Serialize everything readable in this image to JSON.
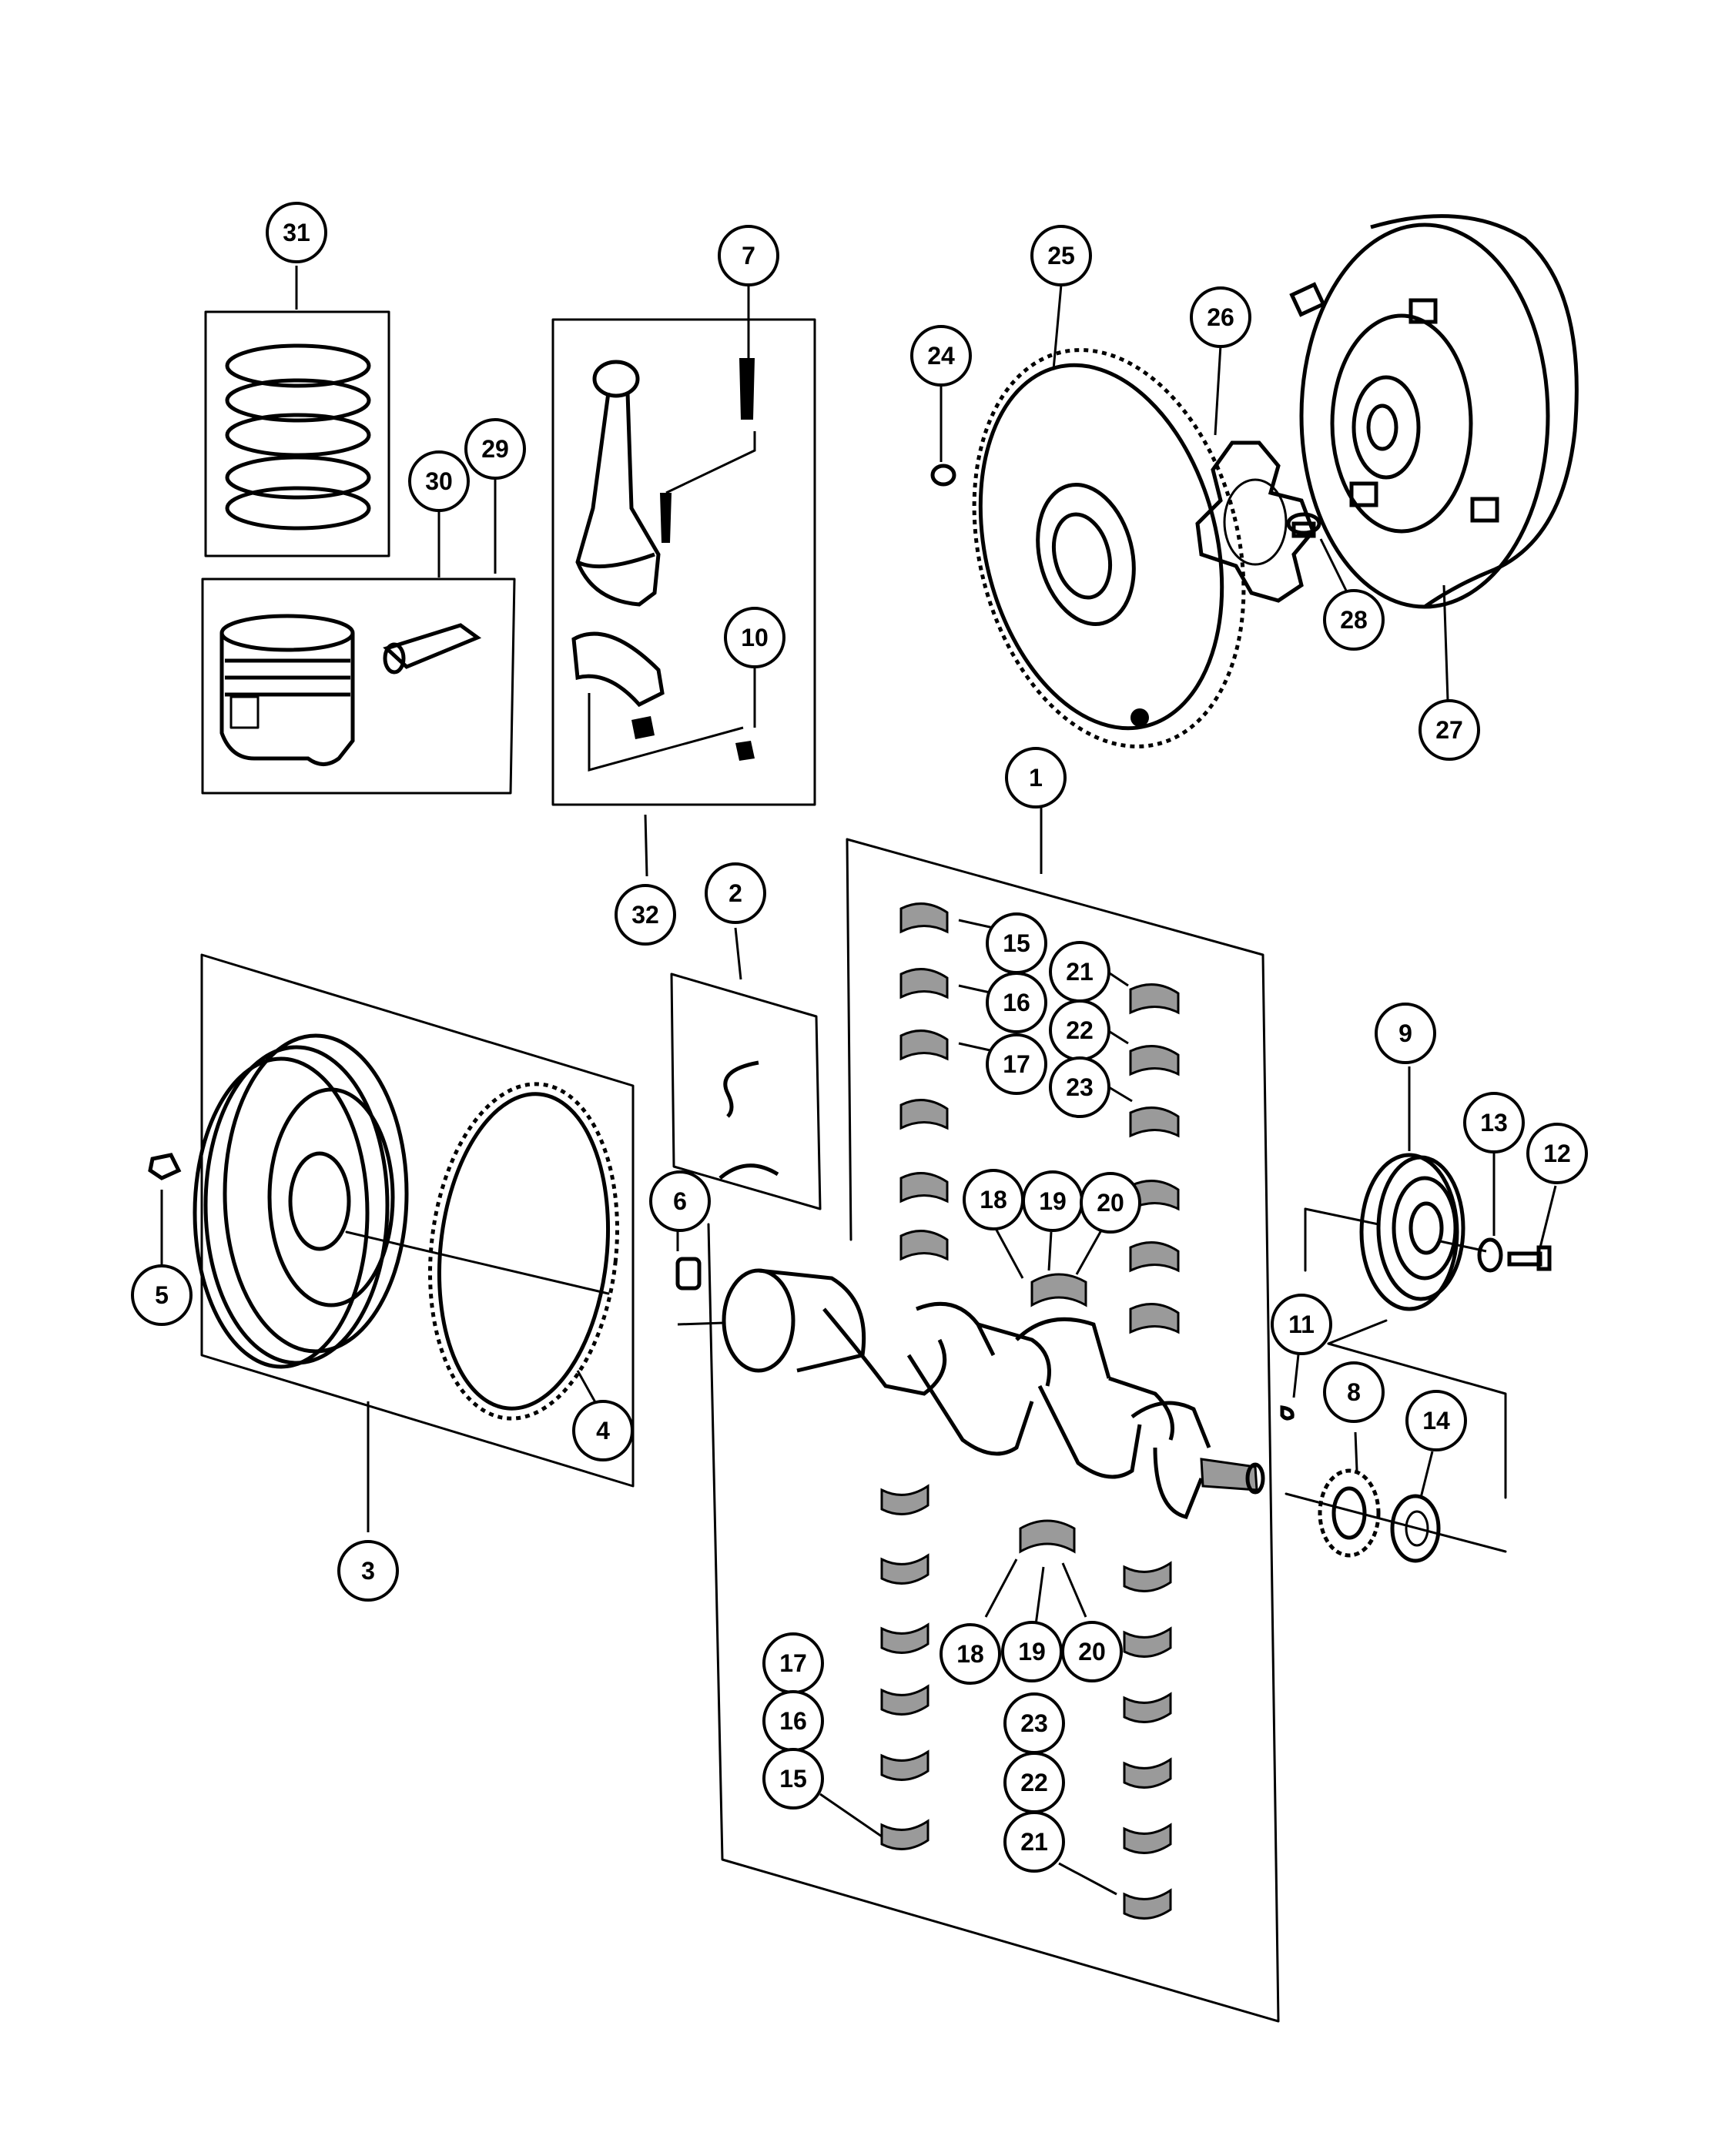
{
  "diagram": {
    "background": "#ffffff",
    "ink_color": "#000000",
    "callouts": [
      {
        "id": "c31",
        "label": "31"
      },
      {
        "id": "c7",
        "label": "7"
      },
      {
        "id": "c25",
        "label": "25"
      },
      {
        "id": "c26",
        "label": "26"
      },
      {
        "id": "c24",
        "label": "24"
      },
      {
        "id": "c30",
        "label": "30"
      },
      {
        "id": "c29",
        "label": "29"
      },
      {
        "id": "c10",
        "label": "10"
      },
      {
        "id": "c28",
        "label": "28"
      },
      {
        "id": "c27",
        "label": "27"
      },
      {
        "id": "c1",
        "label": "1"
      },
      {
        "id": "c32",
        "label": "32"
      },
      {
        "id": "c2",
        "label": "2"
      },
      {
        "id": "c15a",
        "label": "15"
      },
      {
        "id": "c21a",
        "label": "21"
      },
      {
        "id": "c16a",
        "label": "16"
      },
      {
        "id": "c22a",
        "label": "22"
      },
      {
        "id": "c17a",
        "label": "17"
      },
      {
        "id": "c23a",
        "label": "23"
      },
      {
        "id": "c9",
        "label": "9"
      },
      {
        "id": "c13",
        "label": "13"
      },
      {
        "id": "c12",
        "label": "12"
      },
      {
        "id": "c18a",
        "label": "18"
      },
      {
        "id": "c19a",
        "label": "19"
      },
      {
        "id": "c20a",
        "label": "20"
      },
      {
        "id": "c6",
        "label": "6"
      },
      {
        "id": "c5",
        "label": "5"
      },
      {
        "id": "c11",
        "label": "11"
      },
      {
        "id": "c8",
        "label": "8"
      },
      {
        "id": "c14",
        "label": "14"
      },
      {
        "id": "c4",
        "label": "4"
      },
      {
        "id": "c3",
        "label": "3"
      },
      {
        "id": "c18b",
        "label": "18"
      },
      {
        "id": "c19b",
        "label": "19"
      },
      {
        "id": "c20b",
        "label": "20"
      },
      {
        "id": "c17b",
        "label": "17"
      },
      {
        "id": "c16b",
        "label": "16"
      },
      {
        "id": "c15b",
        "label": "15"
      },
      {
        "id": "c23b",
        "label": "23"
      },
      {
        "id": "c22b",
        "label": "22"
      },
      {
        "id": "c21b",
        "label": "21"
      }
    ]
  }
}
